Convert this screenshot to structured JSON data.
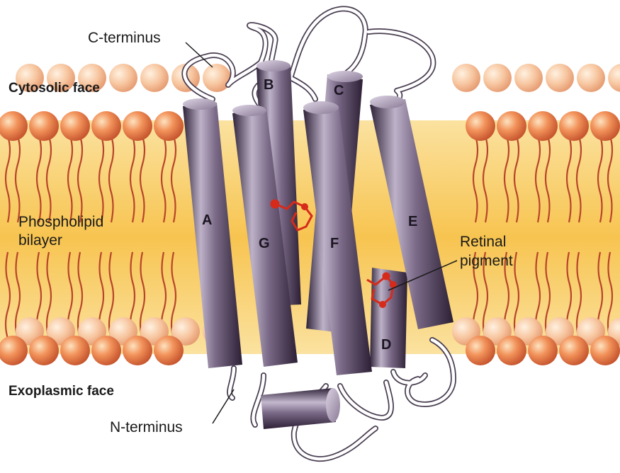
{
  "labels": {
    "c_terminus": "C-terminus",
    "cytosolic_face": "Cytosolic face",
    "phospholipid_line1": "Phospholipid",
    "phospholipid_line2": "bilayer",
    "retinal_line1": "Retinal",
    "retinal_line2": "pigment",
    "exoplasmic_face": "Exoplasmic face",
    "n_terminus": "N-terminus"
  },
  "helices": {
    "a": "A",
    "b": "B",
    "c": "C",
    "d": "D",
    "e": "E",
    "f": "F",
    "g": "G"
  },
  "colors": {
    "bilayer_fill": "#f5c24a",
    "lipid_head": "#e8764a",
    "lipid_tail": "#b8452a",
    "helix_body": "#6e5e78",
    "retinal": "#d62a1a",
    "loop": "#ffffff"
  }
}
